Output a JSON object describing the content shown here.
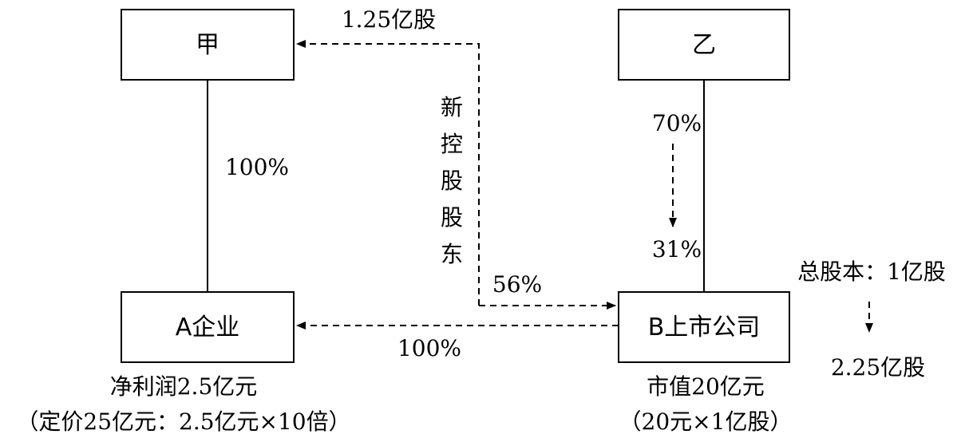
{
  "boxes": {
    "jia": "甲",
    "yi": "乙",
    "a_enterprise": "A企业",
    "b_listed": "B上市公司"
  },
  "labels": {
    "jia_a_pct": "100%",
    "jia_b_shares": "1.25亿股",
    "new_controller_chars": [
      "新",
      "控",
      "股",
      "股",
      "东"
    ],
    "jia_b_pct": "56%",
    "b_a_pct": "100%",
    "yi_b_before": "70%",
    "yi_b_after": "31%",
    "total_capital": "总股本：1亿股",
    "total_capital_after": "2.25亿股",
    "a_profit": "净利润2.5亿元",
    "a_pricing": "（定价25亿元：2.5亿元×10倍）",
    "b_market_value": "市值20亿元",
    "b_market_value_calc": "（20元×1亿股）"
  }
}
